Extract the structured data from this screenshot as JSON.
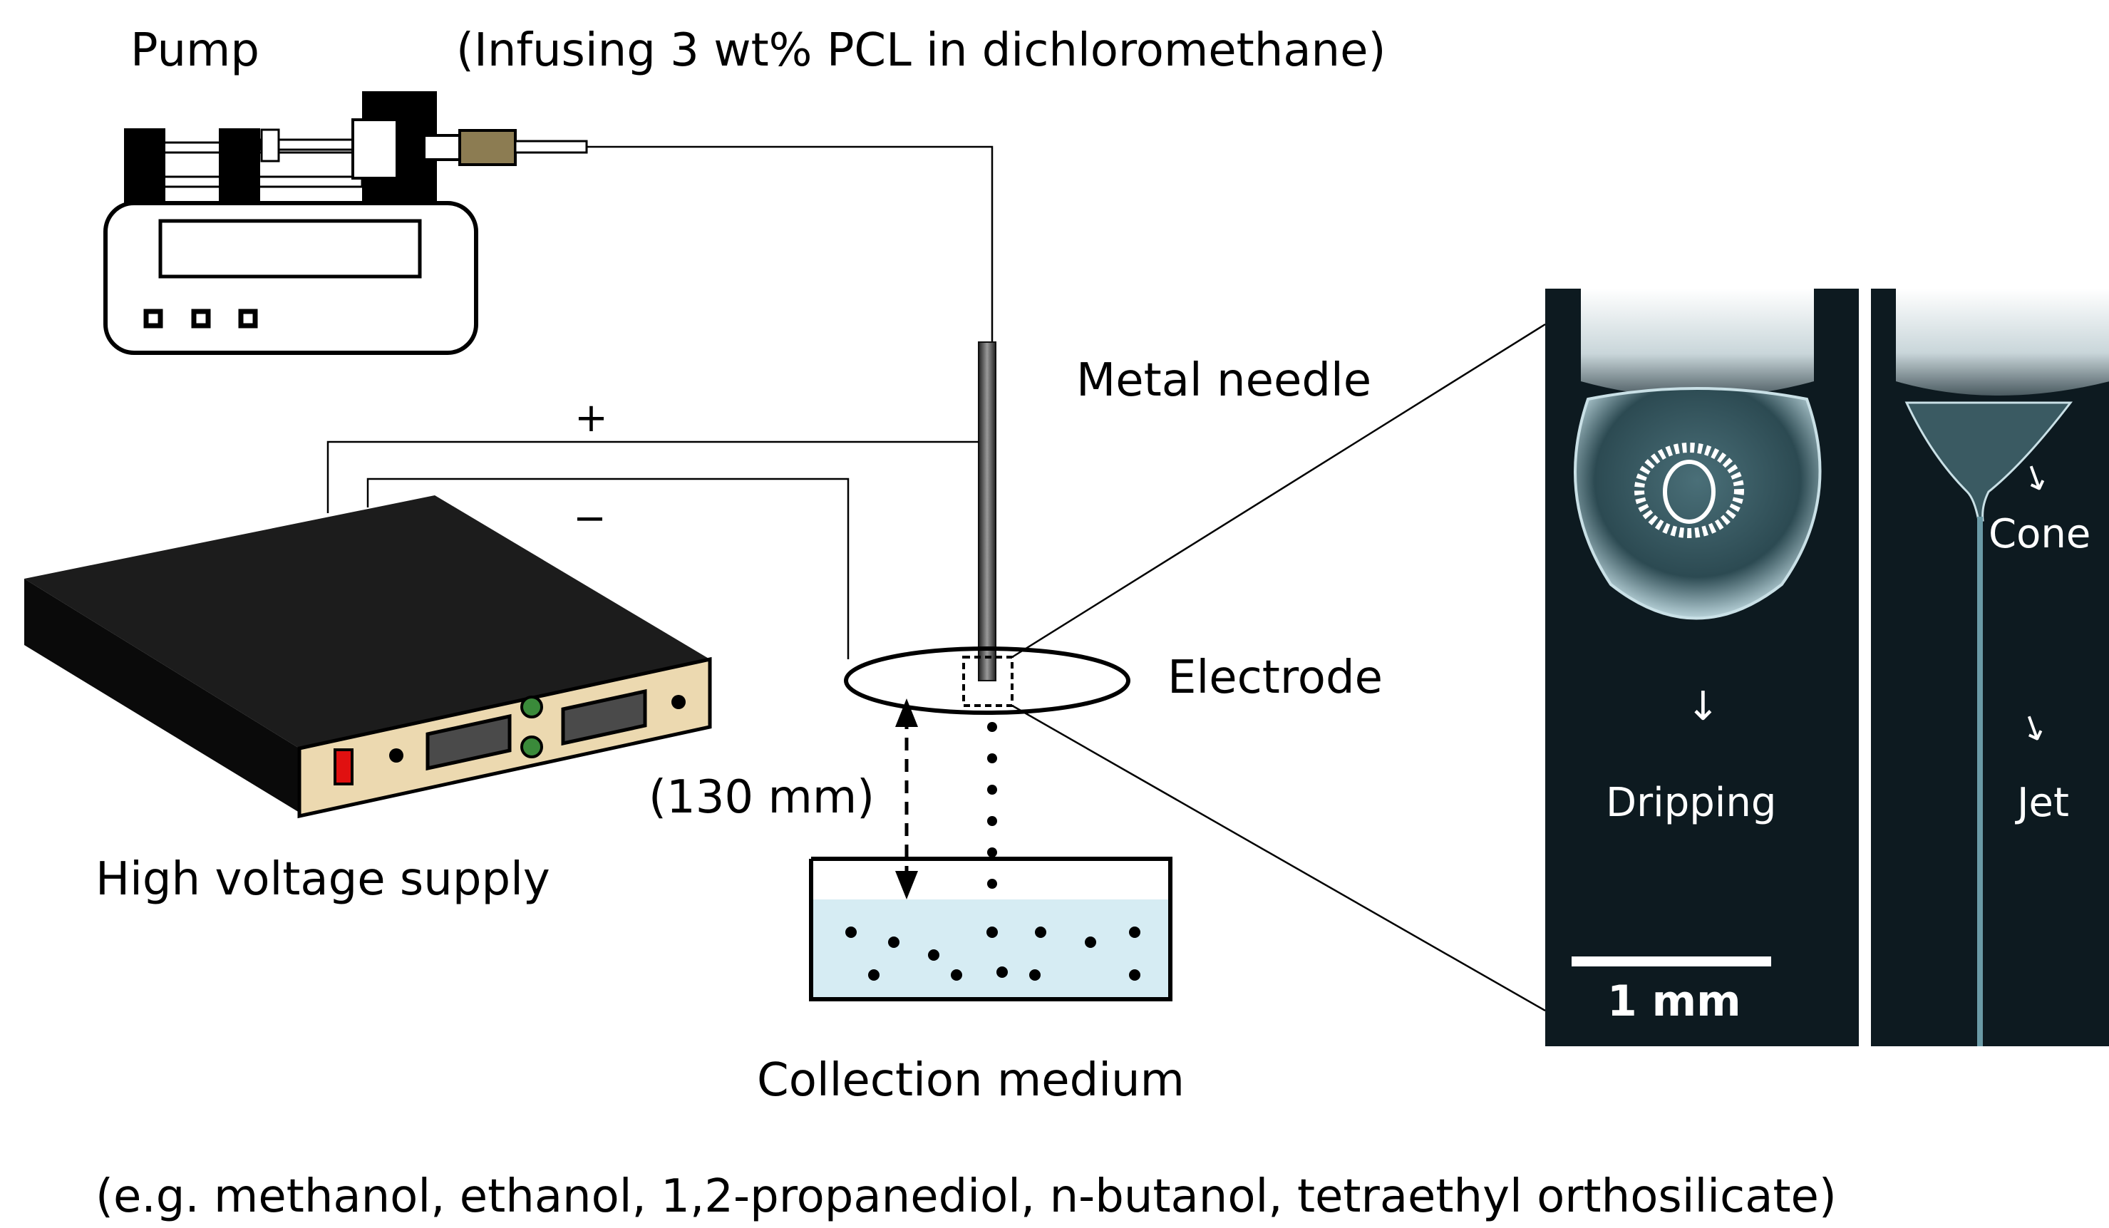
{
  "labels": {
    "pump": "Pump",
    "infusing": "(Infusing 3 wt% PCL in dichloromethane)",
    "metal_needle": "Metal needle",
    "plus": "+",
    "minus": "−",
    "electrode": "Electrode",
    "distance": "(130 mm)",
    "high_voltage_supply": "High voltage supply",
    "collection_medium": "Collection medium",
    "collection_examples": "(e.g. methanol, ethanol, 1,2-propanediol, n-butanol, tetraethyl orthosilicate)"
  },
  "photos": {
    "dripping_label": "Dripping",
    "cone_label": "Cone",
    "jet_label": "Jet",
    "scale_bar_label": "1 mm"
  },
  "colors": {
    "line": "#000000",
    "device_dark": "#1c1c1c",
    "panel_beige": "#ecd9b0",
    "led_green": "#3a8a3a",
    "switch_red": "#e01010",
    "liquid": "#d6ecf3",
    "nozzle_tan": "#8c7c52",
    "photo_bg": "#0d1a20"
  }
}
